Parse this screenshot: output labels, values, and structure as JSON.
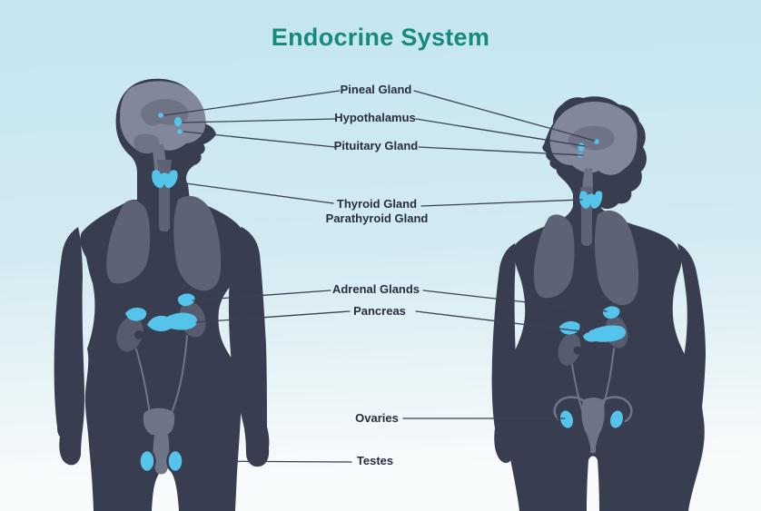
{
  "title": "Endocrine System",
  "labels": {
    "pineal": "Pineal Gland",
    "hypothalamus": "Hypothalamus",
    "pituitary": "Pituitary Gland",
    "thyroid": "Thyroid Gland",
    "parathyroid": "Parathyroid Gland",
    "adrenal": "Adrenal Glands",
    "pancreas": "Pancreas",
    "ovaries": "Ovaries",
    "testes": "Testes"
  },
  "figures": {
    "left": "male silhouette with highlighted endocrine glands",
    "right": "female silhouette with highlighted endocrine glands"
  },
  "colors": {
    "bg_top": "#c3e6f0",
    "bg_bottom": "#f8fbfc",
    "title_color": "#17897f",
    "label_color": "#272d3f",
    "body_fill": "#383e50",
    "brain_fill": "#82879b",
    "brain_inner": "#6e7386",
    "organ_fill": "#5d6275",
    "organ_dark": "#565b6d",
    "organ_light": "#6f7487",
    "gland_color": "#54c4ea",
    "line_color": "#3b4153"
  }
}
